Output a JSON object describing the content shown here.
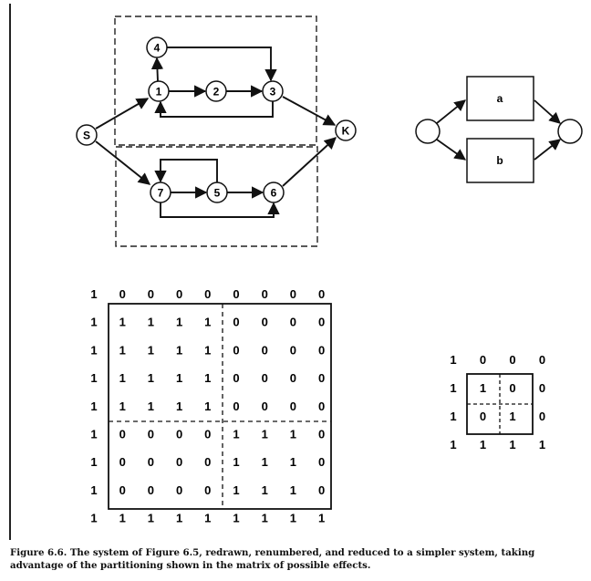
{
  "caption": "Figure 6.6. The system of Figure 6.5, redrawn, renumbered, and reduced to a simpler system, taking advantage of the partitioning shown in the matrix of possible effects.",
  "graph_nodes": [
    {
      "id": "S",
      "label": "S"
    },
    {
      "id": "K",
      "label": "K"
    },
    {
      "id": "1",
      "label": "1"
    },
    {
      "id": "2",
      "label": "2"
    },
    {
      "id": "3",
      "label": "3"
    },
    {
      "id": "4",
      "label": "4"
    },
    {
      "id": "5",
      "label": "5"
    },
    {
      "id": "6",
      "label": "6"
    },
    {
      "id": "7",
      "label": "7"
    }
  ],
  "graph_edges": [
    {
      "from": "S",
      "to": "1"
    },
    {
      "from": "S",
      "to": "7"
    },
    {
      "from": "1",
      "to": "4"
    },
    {
      "from": "1",
      "to": "2"
    },
    {
      "from": "2",
      "to": "3"
    },
    {
      "from": "4",
      "to": "3"
    },
    {
      "from": "3",
      "to": "1"
    },
    {
      "from": "3",
      "to": "K"
    },
    {
      "from": "7",
      "to": "5"
    },
    {
      "from": "5",
      "to": "6"
    },
    {
      "from": "5",
      "to": "7"
    },
    {
      "from": "7",
      "to": "6"
    },
    {
      "from": "6",
      "to": "K"
    }
  ],
  "reduced_blocks": [
    {
      "label": "a"
    },
    {
      "label": "b"
    }
  ],
  "big_matrix": [
    [
      1,
      0,
      0,
      0,
      0,
      0,
      0,
      0,
      0
    ],
    [
      1,
      1,
      1,
      1,
      1,
      0,
      0,
      0,
      0
    ],
    [
      1,
      1,
      1,
      1,
      1,
      0,
      0,
      0,
      0
    ],
    [
      1,
      1,
      1,
      1,
      1,
      0,
      0,
      0,
      0
    ],
    [
      1,
      1,
      1,
      1,
      1,
      0,
      0,
      0,
      0
    ],
    [
      1,
      0,
      0,
      0,
      0,
      1,
      1,
      1,
      0
    ],
    [
      1,
      0,
      0,
      0,
      0,
      1,
      1,
      1,
      0
    ],
    [
      1,
      0,
      0,
      0,
      0,
      1,
      1,
      1,
      0
    ],
    [
      1,
      1,
      1,
      1,
      1,
      1,
      1,
      1,
      1
    ]
  ],
  "small_matrix": [
    [
      1,
      0,
      0,
      0
    ],
    [
      1,
      1,
      0,
      0
    ],
    [
      1,
      0,
      1,
      0
    ],
    [
      1,
      1,
      1,
      1
    ]
  ]
}
